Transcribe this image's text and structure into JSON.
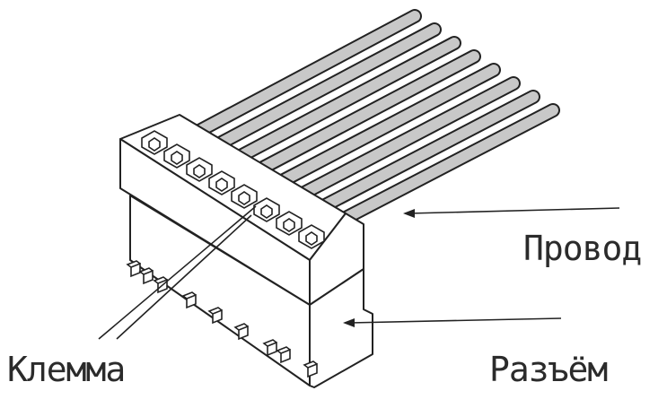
{
  "labels": {
    "wire": "Провод",
    "terminal": "Клемма",
    "connector": "Разъём"
  },
  "colors": {
    "line": "#222222",
    "wire_fill": "#c8c8c8",
    "body_fill": "#ffffff",
    "text": "#2b2b2b"
  }
}
